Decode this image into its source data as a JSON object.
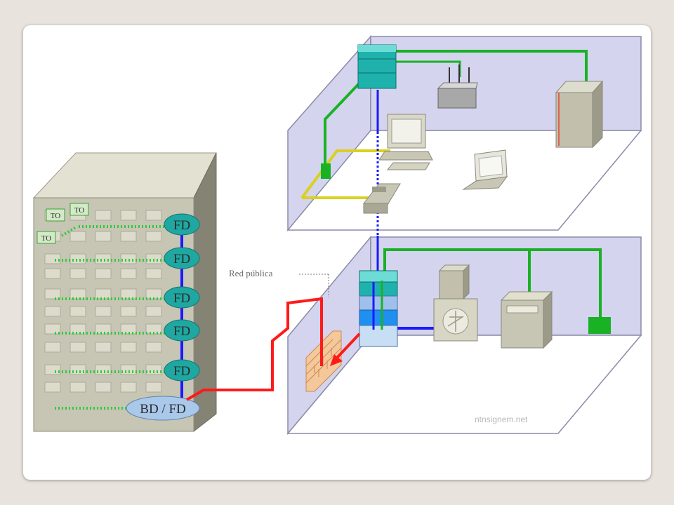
{
  "colors": {
    "page_background": "#e9e3dd",
    "card_background": "#ffffff",
    "backbone_cable": "#1a1aff",
    "ethernet_cable": "#19b224",
    "phone_cable": "#d9d01f",
    "public_network_cable": "#ff1a1a",
    "floor_distributor": "#1fa8a2",
    "building_shell": "#c9c5b2",
    "room_wall": "#d4d4ee"
  },
  "building": {
    "floor_labels": [
      "FD",
      "FD",
      "FD",
      "FD",
      "FD"
    ],
    "building_distributor_label": "BD / FD",
    "outlet_labels": [
      "TO",
      "TO",
      "TO"
    ]
  },
  "annotations": {
    "public_network": "Red pública",
    "watermark": "ntnsignem.net"
  },
  "upper_floor": {
    "devices": [
      "floor-switch",
      "wireless-access-point",
      "server-tower",
      "desktop-computer",
      "laptop",
      "ip-phone",
      "consolidation-point"
    ]
  },
  "lower_floor": {
    "devices": [
      "floor-switch",
      "firewall",
      "pbx-cabinet",
      "storage-unit",
      "telecom-outlet"
    ]
  }
}
